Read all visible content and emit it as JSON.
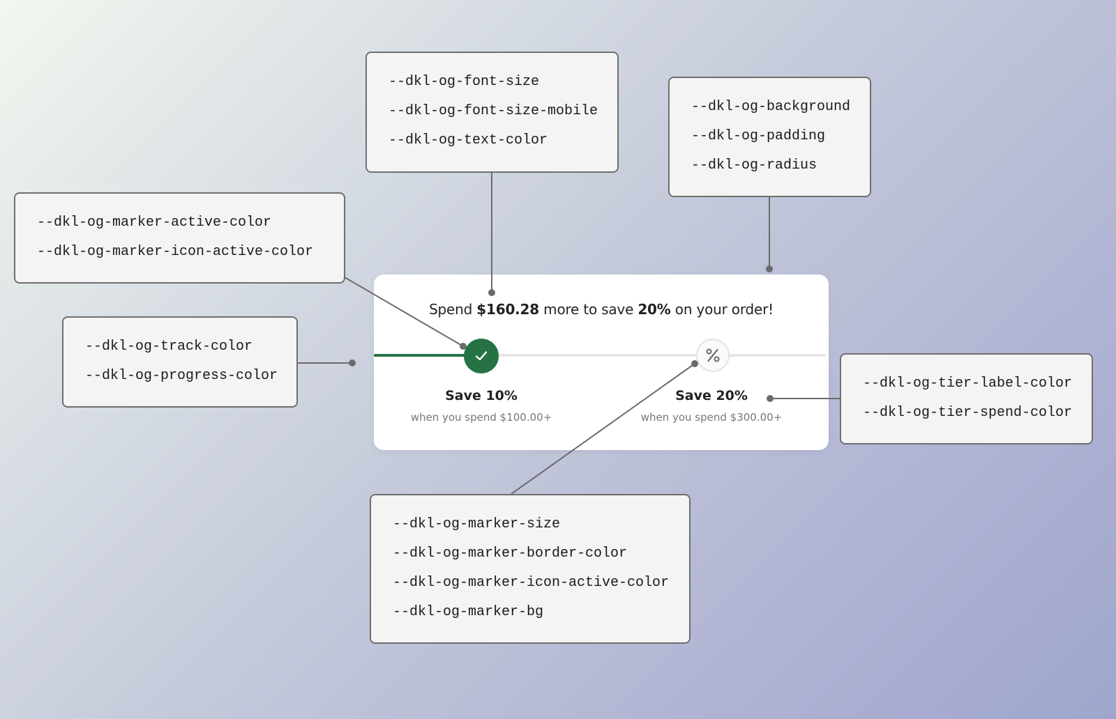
{
  "callouts": {
    "text": [
      "--dkl-og-font-size",
      "--dkl-og-font-size-mobile",
      "--dkl-og-text-color"
    ],
    "container": [
      "--dkl-og-background",
      "--dkl-og-padding",
      "--dkl-og-radius"
    ],
    "marker_active": [
      "--dkl-og-marker-active-color",
      "--dkl-og-marker-icon-active-color"
    ],
    "track": [
      "--dkl-og-track-color",
      "--dkl-og-progress-color"
    ],
    "tier": [
      "--dkl-og-tier-label-color",
      "--dkl-og-tier-spend-color"
    ],
    "marker": [
      "--dkl-og-marker-size",
      "--dkl-og-marker-border-color",
      "--dkl-og-marker-icon-active-color",
      "--dkl-og-marker-bg"
    ]
  },
  "widget": {
    "headline": {
      "prefix": "Spend ",
      "amount": "$160.28",
      "middle": " more to save ",
      "discount": "20%",
      "suffix": " on your order!"
    },
    "progress_fraction": 0.2,
    "tiers": [
      {
        "label": "Save 10%",
        "spend": "when you spend $100.00+",
        "status": "active",
        "icon": "check-icon"
      },
      {
        "label": "Save 20%",
        "spend": "when you spend $300.00+",
        "status": "pending",
        "icon": "percent-icon"
      }
    ]
  },
  "colors": {
    "progress": "#257244",
    "track": "#e6e6e6",
    "marker_active": "#257244",
    "marker_icon_active": "#ffffff",
    "marker_bg": "#fafafa",
    "marker_border": "#e3e3e3",
    "tier_label": "#222222",
    "tier_spend": "#777777",
    "connector": "#6b6b6b",
    "callout_border": "#6e6e6e"
  }
}
